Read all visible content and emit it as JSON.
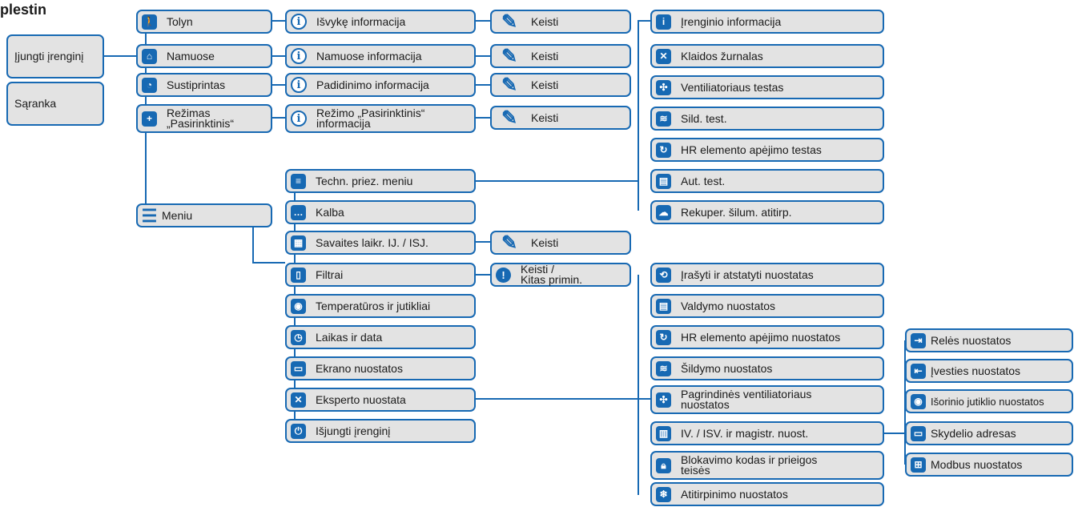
{
  "title": "plestin",
  "left_menu": {
    "turn_on": "Įjungti įrenginį",
    "setup": "Sąranka"
  },
  "modes": [
    {
      "label": "Tolyn",
      "info": "Išvykę informacija",
      "edit": "Keisti"
    },
    {
      "label": "Namuose",
      "info": "Namuose informacija",
      "edit": "Keisti"
    },
    {
      "label": "Sustiprintas",
      "info": "Padidinimo informacija",
      "edit": "Keisti"
    },
    {
      "label": "Režimas\n„Pasirinktinis“",
      "info": "Režimo „Pasirinktinis“\ninformacija",
      "edit": "Keisti"
    }
  ],
  "menu_label": "Meniu",
  "menu_items": [
    "Techn. priez. meniu",
    "Kalba",
    "Savaites laikr. IJ. / ISJ.",
    "Filtrai",
    "Temperatūros ir jutikliai",
    "Laikas ir data",
    "Ekrano nuostatos",
    "Eksperto nuostata",
    "Išjungti įrenginį"
  ],
  "schedule_edit": "Keisti",
  "filters_change": "Keisti /\nKitas primin.",
  "service_menu": [
    "Įrenginio informacija",
    "Klaidos žurnalas",
    "Ventiliatoriaus testas",
    "Sild. test.",
    "HR elemento apėjimo testas",
    "Aut. test.",
    "Rekuper. šilum. atitirp."
  ],
  "expert_menu": [
    "Įrašyti ir atstatyti nuostatas",
    "Valdymo nuostatos",
    "HR elemento apėjimo nuostatos",
    "Šildymo nuostatos",
    "Pagrindinės ventiliatoriaus\nnuostatos",
    "IV. / ISV. ir magistr. nuost.",
    "Blokavimo kodas ir prieigos\nteisės",
    "Atitirpinimo nuostatos"
  ],
  "io_menu": [
    "Relės nuostatos",
    "Įvesties nuostatos",
    "Išorinio jutiklio nuostatos",
    "Skydelio adresas",
    "Modbus nuostatos"
  ],
  "colors": {
    "accent": "#1769b3",
    "box": "#e3e3e3"
  }
}
